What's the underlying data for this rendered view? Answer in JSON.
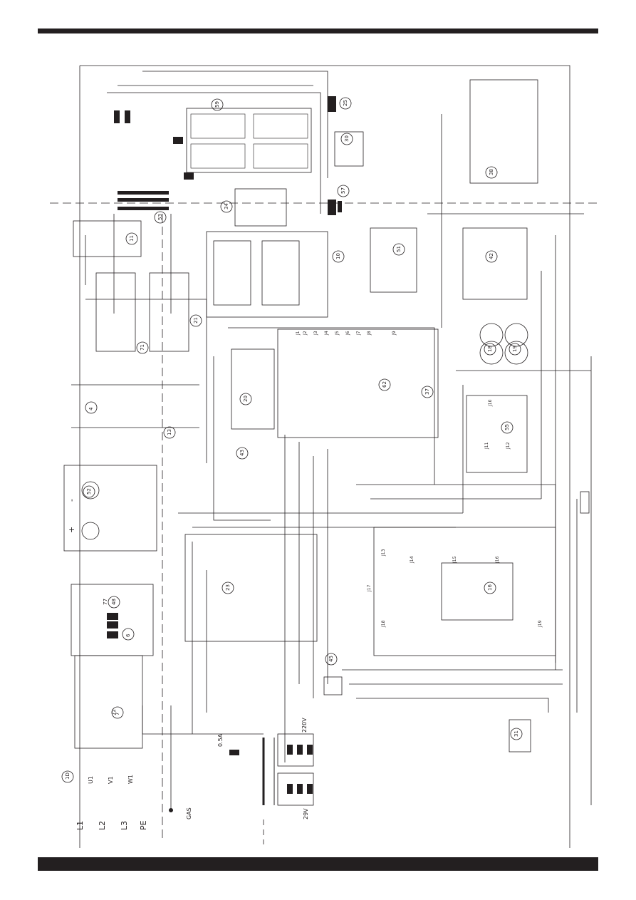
{
  "document": {
    "type": "wiring-diagram",
    "rotation": "page rotated 90 degrees clockwise"
  },
  "labels": {
    "supply_l1": "L1",
    "supply_l2": "L2",
    "supply_l3": "L3",
    "protective_earth": "PE",
    "gas": "GAS",
    "terminal_u1": "U1",
    "terminal_v1": "V1",
    "terminal_w1": "W1",
    "voltage_220": "220V",
    "voltage_29": "29V",
    "fuse_rating": "0.5A",
    "pole_plus": "+",
    "pole_minus": "-"
  },
  "components": [
    {
      "id": "1D",
      "text": "1D"
    },
    {
      "id": "7",
      "text": "7"
    },
    {
      "id": "6",
      "text": "6"
    },
    {
      "id": "48",
      "text": "48"
    },
    {
      "id": "52",
      "text": "52"
    },
    {
      "id": "23",
      "text": "23"
    },
    {
      "id": "45",
      "text": "45"
    },
    {
      "id": "31",
      "text": "31"
    },
    {
      "id": "43",
      "text": "43"
    },
    {
      "id": "55",
      "text": "55"
    },
    {
      "id": "16",
      "text": "16"
    },
    {
      "id": "4",
      "text": "4"
    },
    {
      "id": "13",
      "text": "13"
    },
    {
      "id": "71",
      "text": "71"
    },
    {
      "id": "21",
      "text": "21"
    },
    {
      "id": "20",
      "text": "20"
    },
    {
      "id": "62",
      "text": "62"
    },
    {
      "id": "37",
      "text": "37"
    },
    {
      "id": "18",
      "text": "18"
    },
    {
      "id": "19",
      "text": "19"
    },
    {
      "id": "51",
      "text": "51"
    },
    {
      "id": "42",
      "text": "42"
    },
    {
      "id": "57",
      "text": "57"
    },
    {
      "id": "34",
      "text": "34"
    },
    {
      "id": "30",
      "text": "30"
    },
    {
      "id": "59",
      "text": "59"
    },
    {
      "id": "25",
      "text": "25"
    },
    {
      "id": "38",
      "text": "38"
    },
    {
      "id": "53",
      "text": "53"
    },
    {
      "id": "11",
      "text": "11"
    },
    {
      "id": "10",
      "text": "10"
    },
    {
      "id": "77",
      "text": "77"
    },
    {
      "id": "72",
      "text": "72"
    }
  ],
  "connectors": [
    "J1",
    "J2",
    "J3",
    "J4",
    "J5",
    "J6",
    "J7",
    "J8",
    "J9",
    "J10",
    "J11",
    "J12",
    "J13",
    "J14",
    "J15",
    "J16",
    "J17",
    "J18",
    "J19"
  ],
  "colors": {
    "ink": "#231f20",
    "background": "#ffffff"
  }
}
